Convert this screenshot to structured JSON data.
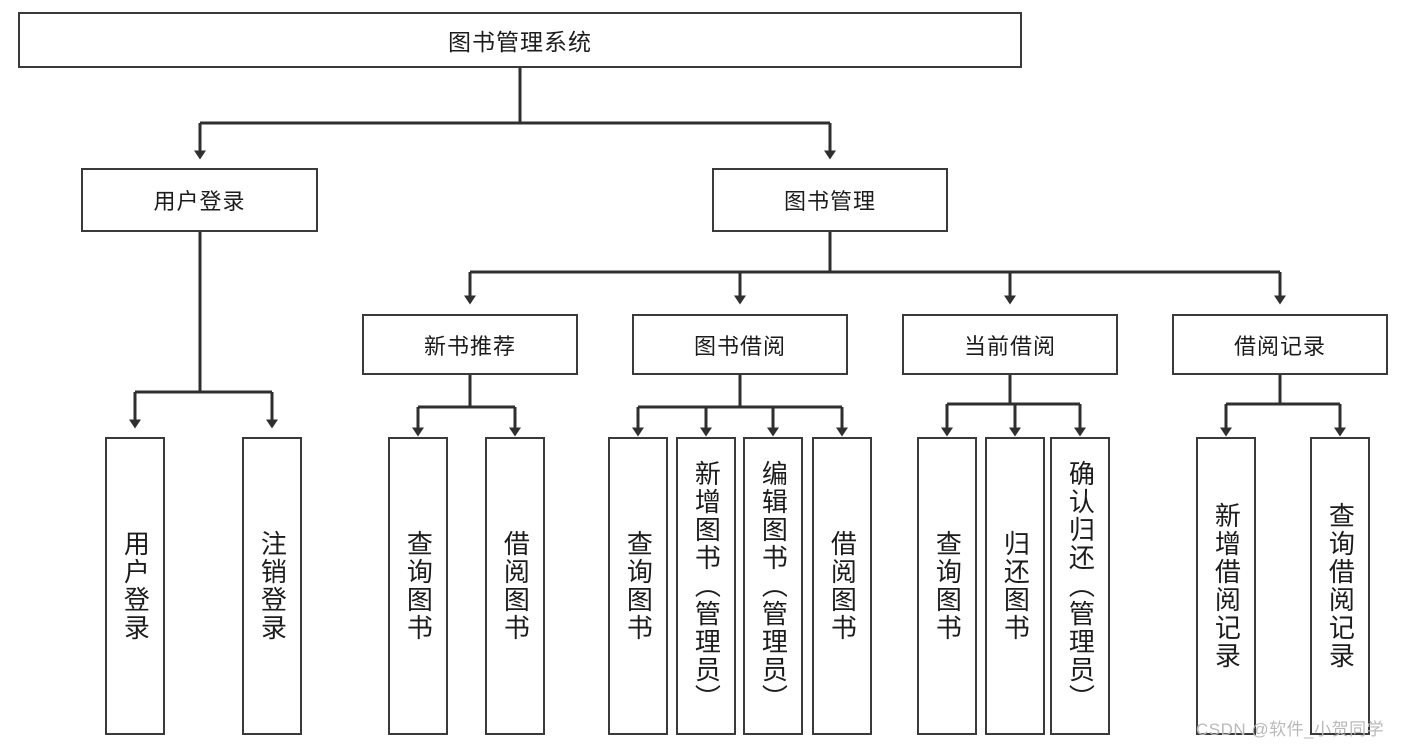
{
  "diagram": {
    "title": "图书管理系统",
    "type": "tree-hierarchy-diagram",
    "colors": {
      "box_border": "#3a3a3a",
      "box_fill": "#ffffff",
      "edge": "#2f2f2f",
      "text": "#1c1c1c",
      "watermark": "#b9b9b9"
    },
    "nodes": {
      "root": {
        "label": "图书管理系统"
      },
      "level2": [
        {
          "id": "user-login",
          "label": "用户登录"
        },
        {
          "id": "book-management",
          "label": "图书管理"
        }
      ],
      "level3": [
        {
          "id": "new-book-recommend",
          "label": "新书推荐"
        },
        {
          "id": "book-borrow",
          "label": "图书借阅"
        },
        {
          "id": "current-borrow",
          "label": "当前借阅"
        },
        {
          "id": "borrow-record",
          "label": "借阅记录"
        }
      ],
      "leaves": {
        "user_login": [
          {
            "id": "leaf-user-login",
            "label": "用户登录"
          },
          {
            "id": "leaf-logout-login",
            "label": "注销登录"
          }
        ],
        "new_book_recommend": [
          {
            "id": "leaf-query-book-1",
            "label": "查询图书"
          },
          {
            "id": "leaf-borrow-book-1",
            "label": "借阅图书"
          }
        ],
        "book_borrow": [
          {
            "id": "leaf-query-book-2",
            "label": "查询图书"
          },
          {
            "id": "leaf-add-book-admin",
            "label": "新增图书（管理员）"
          },
          {
            "id": "leaf-edit-book-admin",
            "label": "编辑图书（管理员）"
          },
          {
            "id": "leaf-borrow-book-2",
            "label": "借阅图书"
          }
        ],
        "current_borrow": [
          {
            "id": "leaf-query-book-3",
            "label": "查询图书"
          },
          {
            "id": "leaf-return-book",
            "label": "归还图书"
          },
          {
            "id": "leaf-confirm-return-admin",
            "label": "确认归还（管理员）"
          }
        ],
        "borrow_record": [
          {
            "id": "leaf-add-borrow-record",
            "label": "新增借阅记录"
          },
          {
            "id": "leaf-query-borrow-record",
            "label": "查询借阅记录"
          }
        ]
      }
    },
    "watermark": "CSDN @软件_小贺同学"
  }
}
